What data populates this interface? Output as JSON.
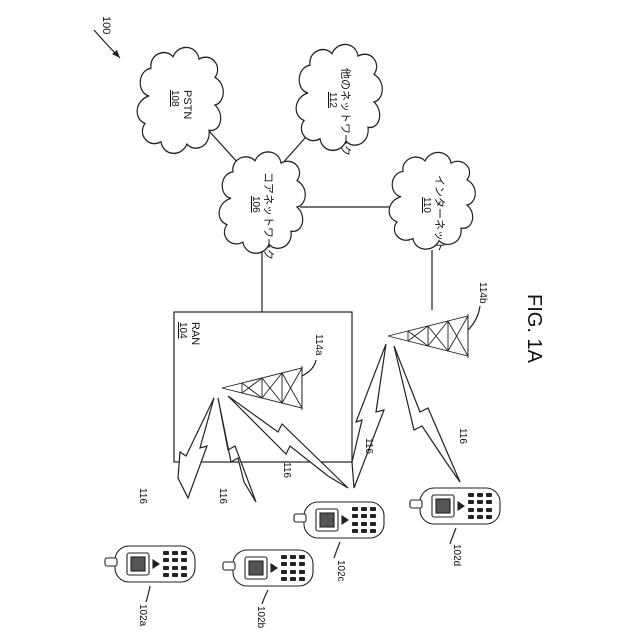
{
  "figure": {
    "caption": "FIG. 1A",
    "system_ref": "100"
  },
  "nodes": {
    "pstn": {
      "ref": "108",
      "label": "PSTN"
    },
    "other_networks": {
      "ref": "112",
      "label": "他のネットワーク"
    },
    "core_network": {
      "ref": "106",
      "label": "コアネットワーク"
    },
    "internet": {
      "ref": "110",
      "label": "インターネット"
    },
    "ran": {
      "ref": "104",
      "label": "RAN"
    },
    "base_station_a": {
      "ref": "114a"
    },
    "base_station_b": {
      "ref": "114b"
    }
  },
  "wtrus": [
    {
      "ref": "102a"
    },
    {
      "ref": "102b"
    },
    {
      "ref": "102c"
    },
    {
      "ref": "102d"
    }
  ],
  "air_interface_ref": "116"
}
